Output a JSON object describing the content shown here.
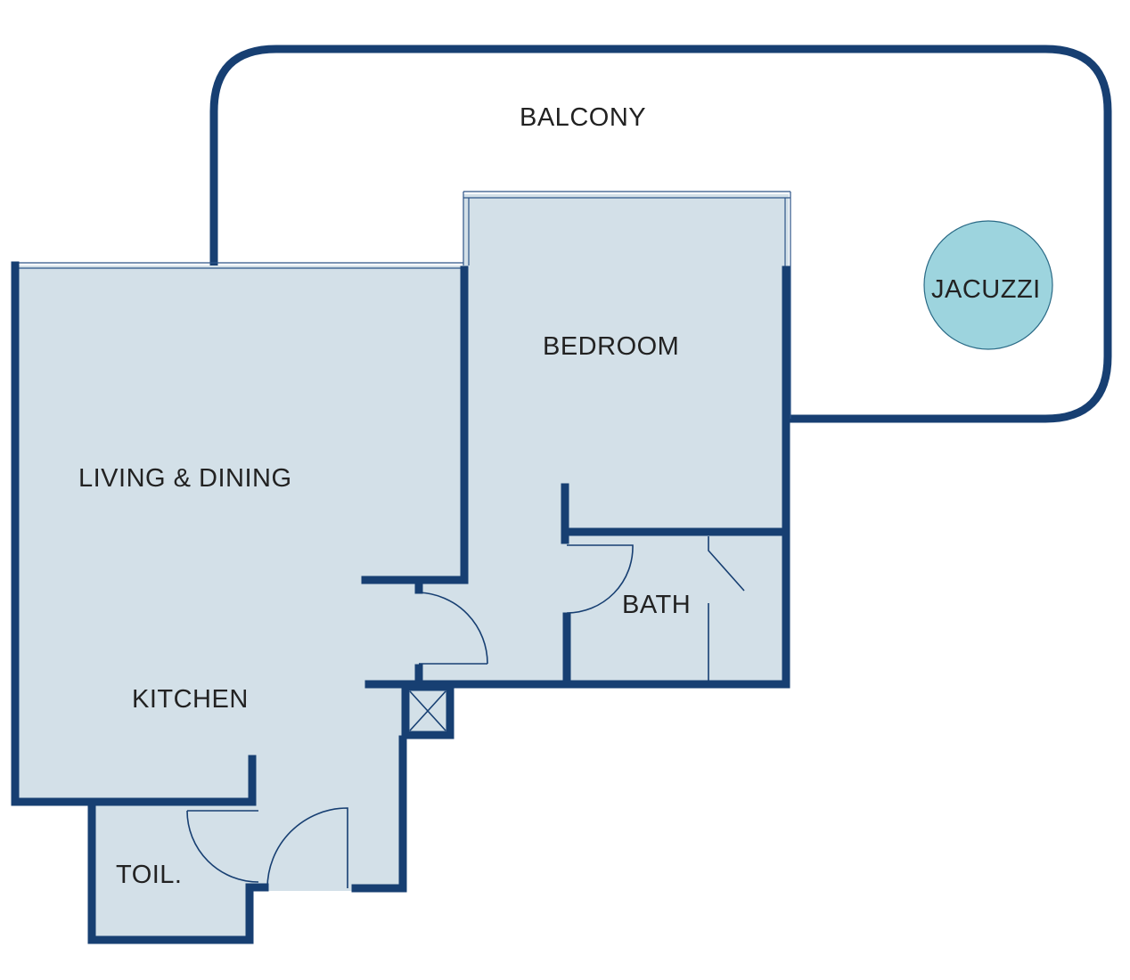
{
  "title": "Apartment floor plan",
  "colors": {
    "wall": "#173f72",
    "floor": "#d3e0e8",
    "jacuzzi": "#9dd4de",
    "background": "#ffffff"
  },
  "rooms": {
    "balcony": "BALCONY",
    "bedroom": "BEDROOM",
    "jacuzzi": "JACUZZI",
    "living": "LIVING & DINING",
    "bath": "BATH",
    "kitchen": "KITCHEN",
    "toilet": "TOIL."
  }
}
